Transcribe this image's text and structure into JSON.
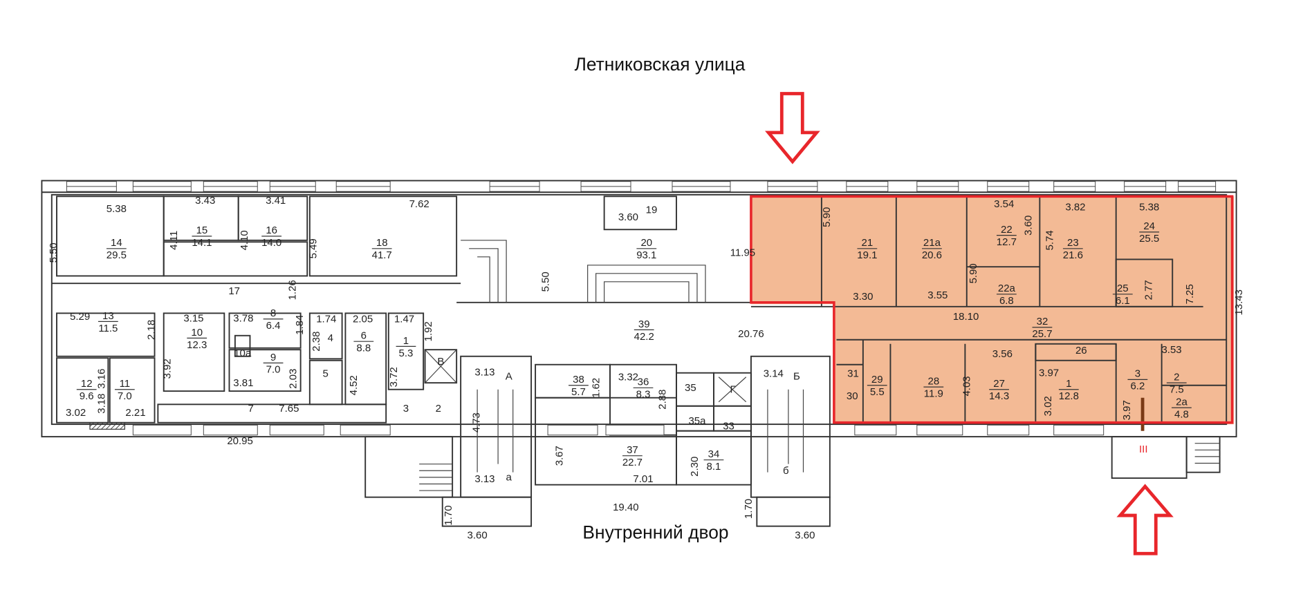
{
  "street_top": "Летниковская улица",
  "courtyard": "Внутренний двор",
  "colors": {
    "highlight_fill": "#F2B28A",
    "highlight_border": "#E8262B",
    "arrow": "#E8262B",
    "walls": "#333333"
  },
  "rooms": {
    "r14": {
      "num": "14",
      "area": "29.5"
    },
    "r15": {
      "num": "15",
      "area": "14.1"
    },
    "r16": {
      "num": "16",
      "area": "14.0"
    },
    "r18": {
      "num": "18",
      "area": "41.7"
    },
    "r13": {
      "num": "13",
      "area": "11.5"
    },
    "r10": {
      "num": "10",
      "area": "12.3"
    },
    "r8": {
      "num": "8",
      "area": "6.4"
    },
    "r9": {
      "num": "9",
      "area": "7.0"
    },
    "r6": {
      "num": "6",
      "area": "8.8"
    },
    "r1l": {
      "num": "1",
      "area": "5.3"
    },
    "r12": {
      "num": "12",
      "area": "9.6"
    },
    "r11": {
      "num": "11",
      "area": "7.0"
    },
    "r20": {
      "num": "20",
      "area": "93.1"
    },
    "r39": {
      "num": "39",
      "area": "42.2"
    },
    "r38": {
      "num": "38",
      "area": "5.7"
    },
    "r36": {
      "num": "36",
      "area": "8.3"
    },
    "r37": {
      "num": "37",
      "area": "22.7"
    },
    "r34": {
      "num": "34",
      "area": "8.1"
    },
    "r21": {
      "num": "21",
      "area": "19.1"
    },
    "r21a": {
      "num": "21a",
      "area": "20.6"
    },
    "r22": {
      "num": "22",
      "area": "12.7"
    },
    "r22a": {
      "num": "22a",
      "area": "6.8"
    },
    "r23": {
      "num": "23",
      "area": "21.6"
    },
    "r24": {
      "num": "24",
      "area": "25.5"
    },
    "r25": {
      "num": "25",
      "area": "6.1"
    },
    "r32": {
      "num": "32",
      "area": "25.7"
    },
    "r29": {
      "num": "29",
      "area": "5.5"
    },
    "r28": {
      "num": "28",
      "area": "11.9"
    },
    "r27": {
      "num": "27",
      "area": "14.3"
    },
    "r1r": {
      "num": "1",
      "area": "12.8"
    },
    "r3r": {
      "num": "3",
      "area": "6.2"
    },
    "r2r": {
      "num": "2",
      "area": "7.5"
    },
    "r2a": {
      "num": "2a",
      "area": "4.8"
    }
  },
  "labels": {
    "r17": "17",
    "r10a": "10a",
    "r4": "4",
    "r5": "5",
    "r7": "7",
    "r3l": "3",
    "r2l": "2",
    "r19": "19",
    "stairA": "А",
    "stair_a": "а",
    "stairB": "Б",
    "stair_b": "б",
    "liftV": "В",
    "liftG": "Г",
    "r35": "35",
    "r35a": "35a",
    "r33": "33",
    "r26": "26",
    "r31": "31",
    "r30": "30",
    "entrance3": "III"
  },
  "dims": {
    "d538a": "5.38",
    "d550a": "5.50",
    "d343": "3.43",
    "d411": "4.11",
    "d341": "3.41",
    "d410": "4.10",
    "d762": "7.62",
    "d549": "5.49",
    "d126": "1.26",
    "d529": "5.29",
    "d218": "2.18",
    "d315": "3.15",
    "d392": "3.92",
    "d378": "3.78",
    "d184": "1.84",
    "d381": "3.81",
    "d203": "2.03",
    "d174": "1.74",
    "d238": "2.38",
    "d205": "2.05",
    "d452": "4.52",
    "d147": "1.47",
    "d372": "3.72",
    "d192": "1.92",
    "d302a": "3.02",
    "d318": "3.18",
    "d316": "3.16",
    "d221": "2.21",
    "d765": "7.65",
    "d2095": "20.95",
    "d360a": "3.60",
    "d550b": "5.50",
    "d1195": "11.95",
    "d2076": "20.76",
    "d313a": "3.13",
    "d473": "4.73",
    "d313b": "3.13",
    "d162": "1.62",
    "d332": "3.32",
    "d288": "2.88",
    "d367": "3.67",
    "d701": "7.01",
    "d230": "2.30",
    "d314": "3.14",
    "d1940": "19.40",
    "d170a": "1.70",
    "d170b": "1.70",
    "d360b": "3.60",
    "d360c": "3.60",
    "d590a": "5.90",
    "d330": "3.30",
    "d355": "3.55",
    "d590b": "5.90",
    "d354": "3.54",
    "d360d": "3.60",
    "d574": "5.74",
    "d382": "3.82",
    "d538b": "5.38",
    "d277": "2.77",
    "d725": "7.25",
    "d1810": "18.10",
    "d356": "3.56",
    "d403": "4.03",
    "d397a": "3.97",
    "d302b": "3.02",
    "d397b": "3.97",
    "d353": "3.53",
    "d1343": "13.43"
  }
}
